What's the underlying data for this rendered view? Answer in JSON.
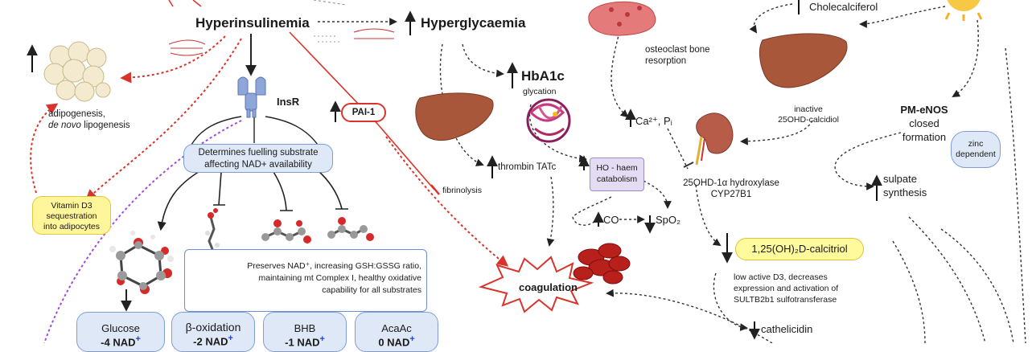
{
  "hyperinsulinemia": "Hyperinsulinemia",
  "hyperglycaemia": "Hyperglycaemia",
  "hba1c": "HbA1c",
  "glycation": "glycation",
  "insr": "InsR",
  "pai1": "PAI-1",
  "adipogenesis_line1": "adipogenesis,",
  "adipogenesis_line2_italic": "de novo",
  "adipogenesis_line2_rest": " lipogenesis",
  "fuelling_box": [
    "Determines fuelling substrate",
    "affecting NAD+ availability"
  ],
  "vitd3_box": [
    "Vitamin D3",
    "sequestration",
    "into adipocytes"
  ],
  "osteoclast": [
    "osteoclast bone",
    "resorption"
  ],
  "cholecalciferol": "Cholecalciferol",
  "inactive_calcidiol": [
    "inactive",
    "25OHD-calcidiol"
  ],
  "ca_pi": "Ca²⁺, Pᵢ",
  "hydroxylase": [
    "25OHD-1α hydroxylase",
    "CYP27B1"
  ],
  "pm_enos": [
    "PM-eNOS",
    "closed",
    "formation"
  ],
  "zinc_box": [
    "zinc",
    "dependent"
  ],
  "sulphate": [
    "sulpate",
    "synthesis"
  ],
  "thrombin": "thrombin TATc",
  "fibrinolysis": "fibrinolysis",
  "ho_box": [
    "HO - haem",
    "catabolism"
  ],
  "co": "CO",
  "spo2": "SpO₂",
  "calcitriol_box": "1,25(OH)₂D-calcitriol",
  "low_d3": [
    "low active D3, decreases",
    "expression and activation of",
    "SULTB2b1  sulfotransferase"
  ],
  "cathelicidin": "cathelicidin",
  "coagulation": "coagulation",
  "preserves_box": [
    "Preserves NAD⁺, increasing GSH:GSSG ratio,",
    "maintaining mt Complex I, healthy oxidative",
    "capability for all substrates"
  ],
  "substrates": [
    {
      "name": "Glucose",
      "nad": "-4 NAD"
    },
    {
      "name": "β-oxidation",
      "nad": "-2 NAD"
    },
    {
      "name": "BHB",
      "nad": "-1 NAD"
    },
    {
      "name": "AcaAc",
      "nad": "0 NAD"
    }
  ],
  "nad_plus_sign": "+",
  "colors": {
    "accent_red": "#d9342b",
    "accent_purple": "#a24ae0",
    "box_blue": "#dfe8f7",
    "box_yellow": "#fff59a",
    "liver": "#a8573a"
  }
}
